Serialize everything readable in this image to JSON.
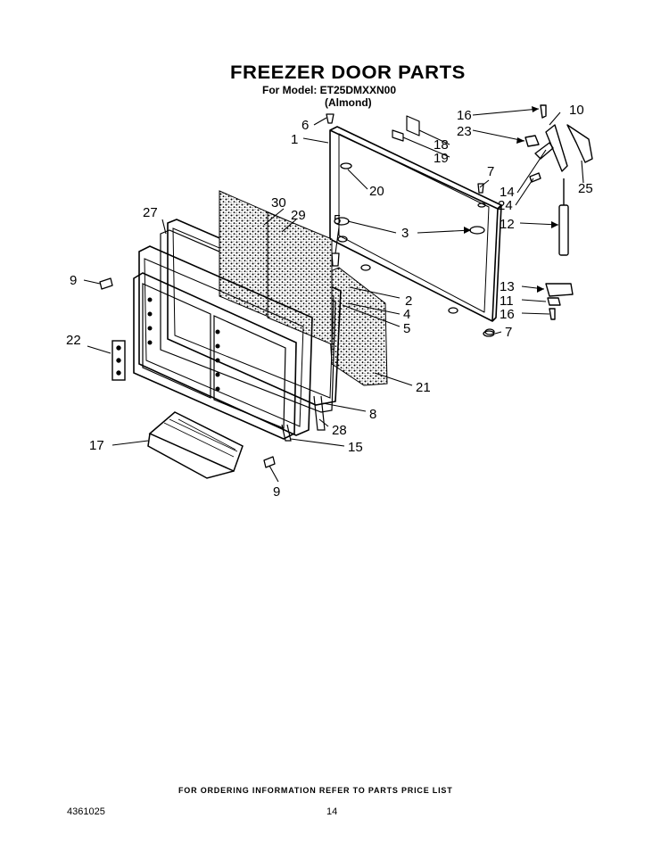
{
  "header": {
    "title": "FREEZER DOOR PARTS",
    "model_line": "For Model: ET25DMXXN00",
    "color_line": "(Almond)"
  },
  "labels": {
    "l1": "1",
    "l2": "2",
    "l3": "3",
    "l4": "4",
    "l5a": "5",
    "l5b": "5",
    "l6": "6",
    "l7a": "7",
    "l7b": "7",
    "l8": "8",
    "l9a": "9",
    "l9b": "9",
    "l10": "10",
    "l11": "11",
    "l12": "12",
    "l13": "13",
    "l14": "14",
    "l15": "15",
    "l16a": "16",
    "l16b": "16",
    "l17": "17",
    "l18": "18",
    "l19": "19",
    "l20": "20",
    "l21": "21",
    "l22": "22",
    "l23": "23",
    "l24": "24",
    "l25": "25",
    "l27": "27",
    "l28": "28",
    "l29": "29",
    "l30": "30"
  },
  "footer": {
    "ordering_note": "FOR ORDERING INFORMATION REFER TO PARTS PRICE LIST",
    "doc_number": "4361025",
    "page_number": "14"
  }
}
